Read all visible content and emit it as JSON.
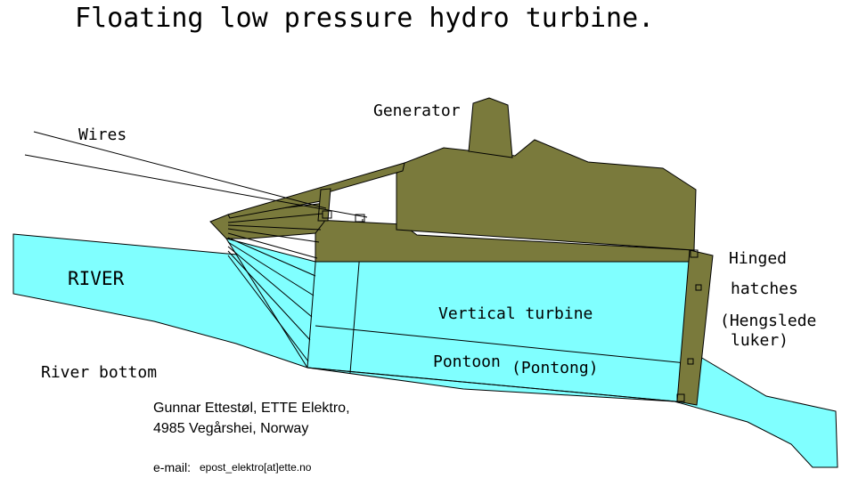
{
  "title": "Floating low pressure hydro turbine.",
  "labels": {
    "generator": "Generator",
    "wires": "Wires",
    "river": "RIVER",
    "river_bottom": "River bottom",
    "vertical_turbine": "Vertical turbine",
    "pontoon": "Pontoon",
    "pontoon_local": "(Pontong)",
    "hinged_line1": "Hinged",
    "hinged_line2": "hatches",
    "hinged_local_line1": "(Hengslede",
    "hinged_local_line2": "luker)"
  },
  "credit": {
    "line1": "Gunnar Ettestøl, ETTE Elektro,",
    "line2": "4985 Vegårshei, Norway",
    "email_label": "e-mail:",
    "email_value": "epost_elektro[at]ette.no"
  },
  "colors": {
    "water": "#80ffff",
    "machinery": "#7a7a3c",
    "outline": "#000000",
    "background": "#ffffff"
  }
}
